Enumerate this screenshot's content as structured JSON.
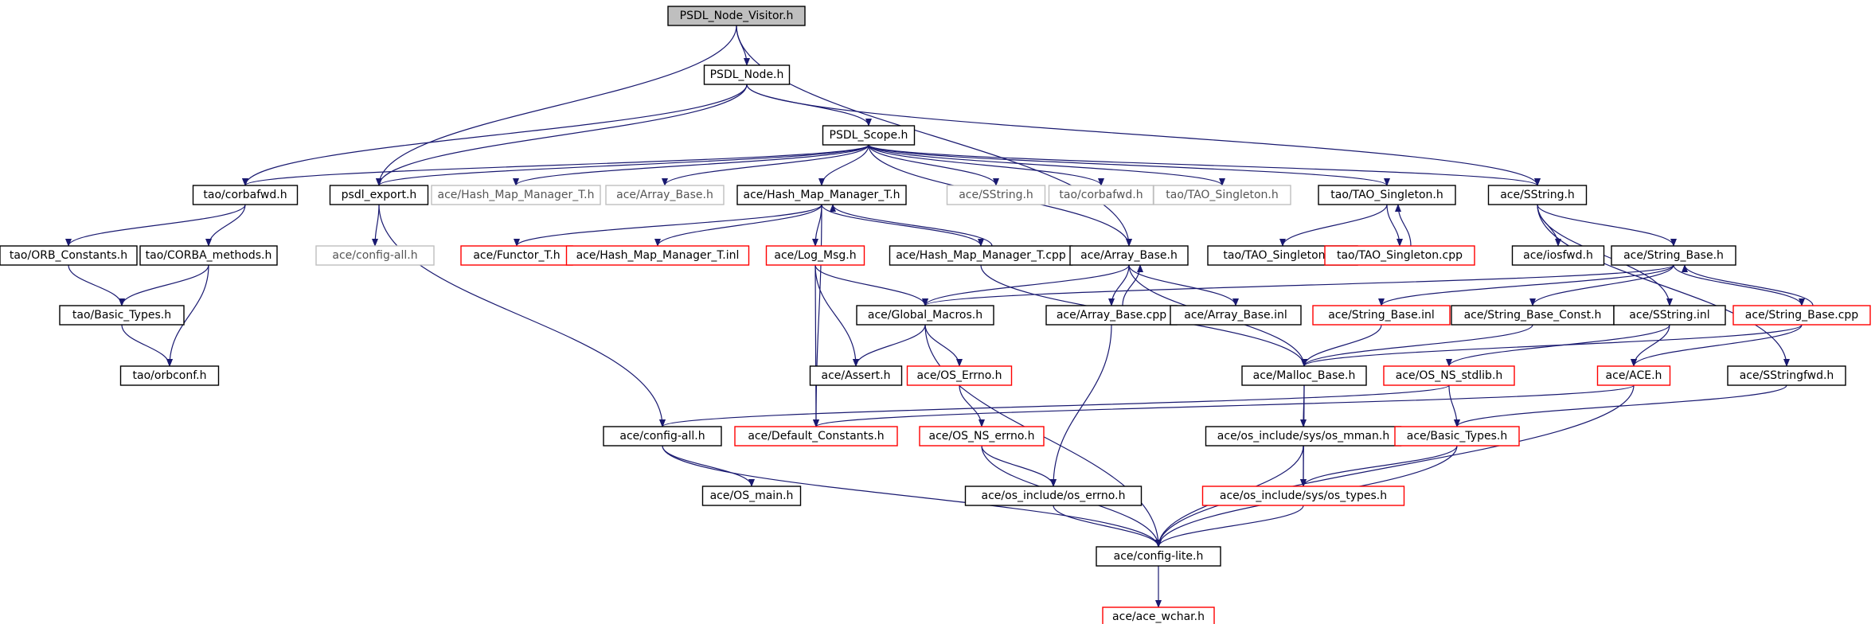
{
  "colors": {
    "edge": "#191970",
    "root_fill": "#bfbfbf",
    "normal_border": "#000000",
    "truncated_border": "#ff0000",
    "undocumented_border": "#bfbfbf",
    "text": "#000000",
    "undocumented_text": "#555555"
  },
  "nodes": [
    {
      "id": "visitor",
      "label": "PSDL_Node_Visitor.h",
      "style": "root"
    },
    {
      "id": "node",
      "label": "PSDL_Node.h",
      "style": "normal"
    },
    {
      "id": "scope",
      "label": "PSDL_Scope.h",
      "style": "normal"
    },
    {
      "id": "corbafwd",
      "label": "tao/corbafwd.h",
      "style": "normal"
    },
    {
      "id": "psdl_export",
      "label": "psdl_export.h",
      "style": "normal"
    },
    {
      "id": "hmm_gray",
      "label": "ace/Hash_Map_Manager_T.h",
      "style": "undocumented"
    },
    {
      "id": "arraybase_gray",
      "label": "ace/Array_Base.h",
      "style": "undocumented"
    },
    {
      "id": "hmm",
      "label": "ace/Hash_Map_Manager_T.h",
      "style": "normal"
    },
    {
      "id": "sstring_gray",
      "label": "ace/SString.h",
      "style": "undocumented"
    },
    {
      "id": "corbafwd_gray",
      "label": "tao/corbafwd.h",
      "style": "undocumented"
    },
    {
      "id": "tao_singleton_gray",
      "label": "tao/TAO_Singleton.h",
      "style": "undocumented"
    },
    {
      "id": "tao_singleton",
      "label": "tao/TAO_Singleton.h",
      "style": "normal"
    },
    {
      "id": "sstring",
      "label": "ace/SString.h",
      "style": "normal"
    },
    {
      "id": "orb_constants",
      "label": "tao/ORB_Constants.h",
      "style": "normal"
    },
    {
      "id": "corba_methods",
      "label": "tao/CORBA_methods.h",
      "style": "normal"
    },
    {
      "id": "config_all_gray",
      "label": "ace/config-all.h",
      "style": "undocumented"
    },
    {
      "id": "functor",
      "label": "ace/Functor_T.h",
      "style": "truncated"
    },
    {
      "id": "hmm_inl",
      "label": "ace/Hash_Map_Manager_T.inl",
      "style": "truncated"
    },
    {
      "id": "log_msg",
      "label": "ace/Log_Msg.h",
      "style": "truncated"
    },
    {
      "id": "hmm_cpp",
      "label": "ace/Hash_Map_Manager_T.cpp",
      "style": "normal"
    },
    {
      "id": "array_base",
      "label": "ace/Array_Base.h",
      "style": "normal"
    },
    {
      "id": "tao_singleton_inl",
      "label": "tao/TAO_Singleton.inl",
      "style": "normal"
    },
    {
      "id": "tao_singleton_cpp",
      "label": "tao/TAO_Singleton.cpp",
      "style": "truncated"
    },
    {
      "id": "iosfwd",
      "label": "ace/iosfwd.h",
      "style": "normal"
    },
    {
      "id": "string_base",
      "label": "ace/String_Base.h",
      "style": "normal"
    },
    {
      "id": "basic_types_tao",
      "label": "tao/Basic_Types.h",
      "style": "normal"
    },
    {
      "id": "global_macros",
      "label": "ace/Global_Macros.h",
      "style": "normal"
    },
    {
      "id": "array_base_cpp",
      "label": "ace/Array_Base.cpp",
      "style": "normal"
    },
    {
      "id": "array_base_inl",
      "label": "ace/Array_Base.inl",
      "style": "normal"
    },
    {
      "id": "string_base_inl",
      "label": "ace/String_Base.inl",
      "style": "truncated"
    },
    {
      "id": "string_base_const",
      "label": "ace/String_Base_Const.h",
      "style": "normal"
    },
    {
      "id": "sstring_inl",
      "label": "ace/SString.inl",
      "style": "normal"
    },
    {
      "id": "string_base_cpp",
      "label": "ace/String_Base.cpp",
      "style": "truncated"
    },
    {
      "id": "orbconf",
      "label": "tao/orbconf.h",
      "style": "normal"
    },
    {
      "id": "assert",
      "label": "ace/Assert.h",
      "style": "normal"
    },
    {
      "id": "os_errno",
      "label": "ace/OS_Errno.h",
      "style": "truncated"
    },
    {
      "id": "malloc_base",
      "label": "ace/Malloc_Base.h",
      "style": "normal"
    },
    {
      "id": "os_ns_stdlib",
      "label": "ace/OS_NS_stdlib.h",
      "style": "truncated"
    },
    {
      "id": "ace_h",
      "label": "ace/ACE.h",
      "style": "truncated"
    },
    {
      "id": "sstringfwd",
      "label": "ace/SStringfwd.h",
      "style": "normal"
    },
    {
      "id": "config_all",
      "label": "ace/config-all.h",
      "style": "normal"
    },
    {
      "id": "default_constants",
      "label": "ace/Default_Constants.h",
      "style": "truncated"
    },
    {
      "id": "os_ns_errno",
      "label": "ace/OS_NS_errno.h",
      "style": "truncated"
    },
    {
      "id": "os_mman",
      "label": "ace/os_include/sys/os_mman.h",
      "style": "normal"
    },
    {
      "id": "basic_types_ace",
      "label": "ace/Basic_Types.h",
      "style": "truncated"
    },
    {
      "id": "os_main",
      "label": "ace/OS_main.h",
      "style": "normal"
    },
    {
      "id": "os_errno_inc",
      "label": "ace/os_include/os_errno.h",
      "style": "normal"
    },
    {
      "id": "os_types",
      "label": "ace/os_include/sys/os_types.h",
      "style": "truncated"
    },
    {
      "id": "config_lite",
      "label": "ace/config-lite.h",
      "style": "normal"
    },
    {
      "id": "ace_wchar",
      "label": "ace/ace_wchar.h",
      "style": "truncated"
    }
  ],
  "edges": [
    [
      "visitor",
      "node"
    ],
    [
      "visitor",
      "psdl_export"
    ],
    [
      "visitor",
      "array_base"
    ],
    [
      "node",
      "scope"
    ],
    [
      "node",
      "corbafwd"
    ],
    [
      "node",
      "psdl_export"
    ],
    [
      "node",
      "sstring"
    ],
    [
      "scope",
      "corbafwd"
    ],
    [
      "scope",
      "psdl_export"
    ],
    [
      "scope",
      "hmm_gray"
    ],
    [
      "scope",
      "arraybase_gray"
    ],
    [
      "scope",
      "hmm"
    ],
    [
      "scope",
      "sstring_gray"
    ],
    [
      "scope",
      "corbafwd_gray"
    ],
    [
      "scope",
      "tao_singleton_gray"
    ],
    [
      "scope",
      "tao_singleton"
    ],
    [
      "scope",
      "sstring"
    ],
    [
      "scope",
      "array_base"
    ],
    [
      "corbafwd",
      "orb_constants"
    ],
    [
      "corbafwd",
      "corba_methods"
    ],
    [
      "psdl_export",
      "config_all_gray"
    ],
    [
      "psdl_export",
      "config_all"
    ],
    [
      "hmm",
      "functor"
    ],
    [
      "hmm",
      "hmm_inl"
    ],
    [
      "hmm",
      "log_msg"
    ],
    [
      "hmm",
      "hmm_cpp"
    ],
    [
      "hmm",
      "default_constants"
    ],
    [
      "hmm_cpp",
      "hmm"
    ],
    [
      "hmm_cpp",
      "malloc_base"
    ],
    [
      "tao_singleton",
      "tao_singleton_inl"
    ],
    [
      "tao_singleton",
      "tao_singleton_cpp"
    ],
    [
      "tao_singleton_cpp",
      "tao_singleton"
    ],
    [
      "sstring",
      "iosfwd"
    ],
    [
      "sstring",
      "string_base"
    ],
    [
      "sstring",
      "sstring_inl"
    ],
    [
      "sstring",
      "sstringfwd"
    ],
    [
      "orb_constants",
      "basic_types_tao"
    ],
    [
      "corba_methods",
      "basic_types_tao"
    ],
    [
      "corba_methods",
      "orbconf"
    ],
    [
      "basic_types_tao",
      "orbconf"
    ],
    [
      "log_msg",
      "global_macros"
    ],
    [
      "log_msg",
      "assert"
    ],
    [
      "log_msg",
      "default_constants"
    ],
    [
      "array_base",
      "global_macros"
    ],
    [
      "array_base",
      "array_base_cpp"
    ],
    [
      "array_base",
      "array_base_inl"
    ],
    [
      "array_base",
      "malloc_base"
    ],
    [
      "array_base_cpp",
      "array_base"
    ],
    [
      "array_base_cpp",
      "os_errno_inc"
    ],
    [
      "string_base",
      "global_macros"
    ],
    [
      "string_base",
      "string_base_inl"
    ],
    [
      "string_base",
      "string_base_const"
    ],
    [
      "string_base",
      "string_base_cpp"
    ],
    [
      "string_base_cpp",
      "string_base"
    ],
    [
      "string_base_cpp",
      "malloc_base"
    ],
    [
      "string_base_cpp",
      "ace_h"
    ],
    [
      "string_base_inl",
      "malloc_base"
    ],
    [
      "string_base_const",
      "malloc_base"
    ],
    [
      "sstring_inl",
      "os_ns_stdlib"
    ],
    [
      "sstring_inl",
      "ace_h"
    ],
    [
      "global_macros",
      "assert"
    ],
    [
      "global_macros",
      "os_errno"
    ],
    [
      "global_macros",
      "config_lite"
    ],
    [
      "os_errno",
      "os_ns_errno"
    ],
    [
      "os_ns_errno",
      "os_errno_inc"
    ],
    [
      "os_ns_errno",
      "config_lite"
    ],
    [
      "malloc_base",
      "os_mman"
    ],
    [
      "malloc_base",
      "os_types"
    ],
    [
      "os_ns_stdlib",
      "config_all"
    ],
    [
      "os_ns_stdlib",
      "basic_types_ace"
    ],
    [
      "ace_h",
      "default_constants"
    ],
    [
      "ace_h",
      "config_lite"
    ],
    [
      "sstringfwd",
      "basic_types_ace"
    ],
    [
      "config_all",
      "os_main"
    ],
    [
      "config_all",
      "config_lite"
    ],
    [
      "os_mman",
      "os_types"
    ],
    [
      "os_mman",
      "config_lite"
    ],
    [
      "basic_types_ace",
      "os_types"
    ],
    [
      "basic_types_ace",
      "config_lite"
    ],
    [
      "os_types",
      "config_lite"
    ],
    [
      "os_errno_inc",
      "config_lite"
    ],
    [
      "config_lite",
      "ace_wchar"
    ]
  ]
}
